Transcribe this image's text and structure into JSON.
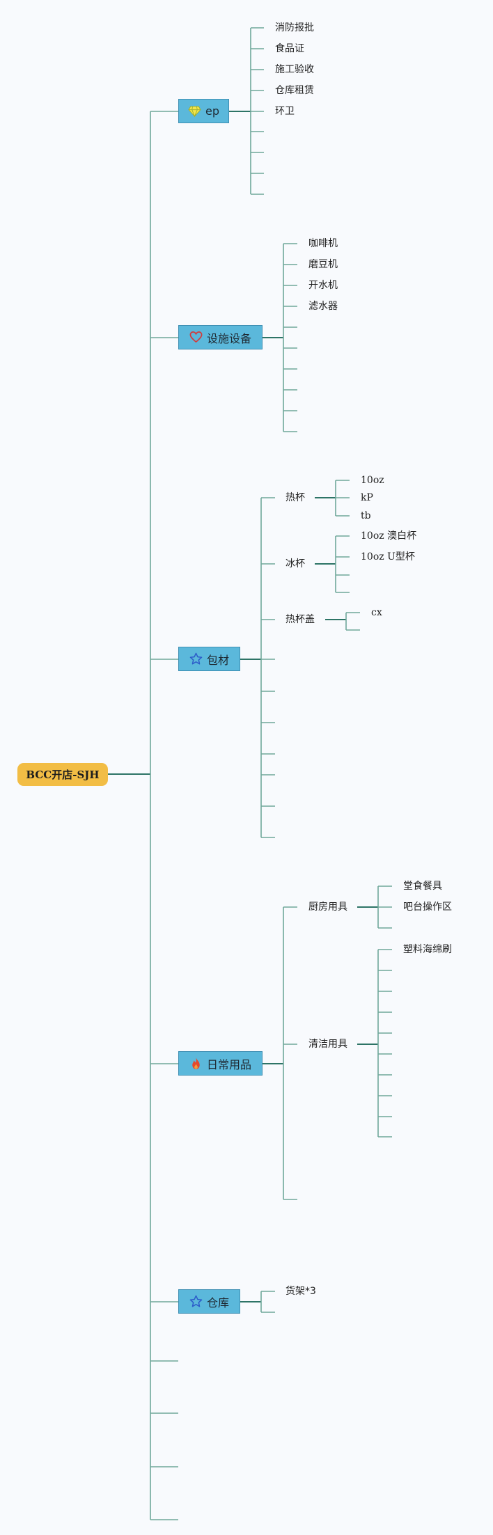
{
  "root": {
    "label": "BCC开店-SJH"
  },
  "branches": [
    {
      "label": "ep",
      "icon": "diamond-icon",
      "children": [
        "消防报批",
        "食品证",
        "施工验收",
        "仓库租赁",
        "环卫"
      ]
    },
    {
      "label": "设施设备",
      "icon": "heart-icon",
      "children": [
        "咖啡机",
        "磨豆机",
        "开水机",
        "滤水器"
      ]
    },
    {
      "label": "包材",
      "icon": "star-icon",
      "children": [
        {
          "label": "热杯",
          "children": [
            "10oz",
            "kP",
            "tb"
          ]
        },
        {
          "label": "冰杯",
          "children": [
            "10oz 澳白杯",
            "10oz U型杯"
          ]
        },
        {
          "label": "热杯盖",
          "children": [
            "cx"
          ]
        }
      ]
    },
    {
      "label": "日常用品",
      "icon": "fire-icon",
      "children": [
        {
          "label": "厨房用具",
          "children": [
            "堂食餐具",
            "吧台操作区"
          ]
        },
        {
          "label": "清洁用具",
          "children": [
            "塑料海绵刷"
          ]
        }
      ]
    },
    {
      "label": "仓库",
      "icon": "star-outline-icon",
      "children": [
        "货架*3"
      ]
    }
  ],
  "colors": {
    "root": "#f2bd45",
    "branch": "#5bb8db",
    "connector": "#6fa79a",
    "background": "#f8fafd"
  }
}
